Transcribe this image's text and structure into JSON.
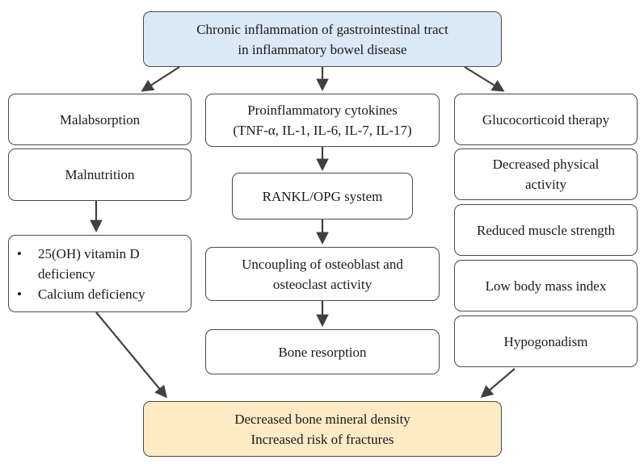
{
  "top": {
    "line1": "Chronic inflammation of gastrointestinal tract",
    "line2": "in inflammatory bowel disease"
  },
  "left": {
    "malabsorption": "Malabsorption",
    "malnutrition": "Malnutrition",
    "deficiencies": [
      "25(OH) vitamin D deficiency",
      "Calcium deficiency"
    ]
  },
  "middle": {
    "cytokines": {
      "line1": "Proinflammatory cytokines",
      "line2": "(TNF-α, IL-1,  IL-6, IL-7, IL-17)"
    },
    "rankl": "RANKL/OPG system",
    "uncoupling": {
      "line1": "Uncoupling of osteoblast and",
      "line2": "osteoclast activity"
    },
    "resorption": "Bone resorption"
  },
  "right": {
    "glucocorticoid": "Glucocorticoid therapy",
    "activity": {
      "line1": "Decreased physical",
      "line2": "activity"
    },
    "muscle": "Reduced muscle strength",
    "bmi": "Low body mass index",
    "hypogonadism": "Hypogonadism"
  },
  "bottom": {
    "line1": "Decreased bone mineral density",
    "line2": "Increased risk of fractures"
  },
  "colors": {
    "top_fill": "#dbe8f5",
    "bottom_fill": "#fcebc4",
    "border": "#4a4a4a",
    "arrow": "#404040"
  }
}
